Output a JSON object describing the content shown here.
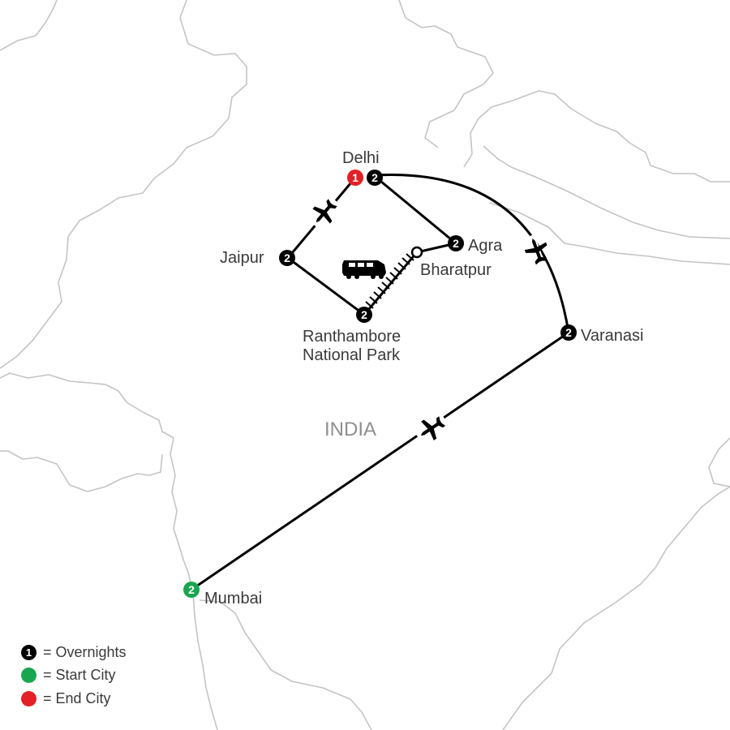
{
  "country_label": "INDIA",
  "cities": {
    "delhi": {
      "name": "Delhi",
      "overnights": "2",
      "end_marker": "1"
    },
    "agra": {
      "name": "Agra",
      "overnights": "2"
    },
    "bharatpur": {
      "name": "Bharatpur"
    },
    "jaipur": {
      "name": "Jaipur",
      "overnights": "2"
    },
    "ranthambore": {
      "name_line1": "Ranthambore",
      "name_line2": "National Park",
      "overnights": "2"
    },
    "varanasi": {
      "name": "Varanasi",
      "overnights": "2"
    },
    "mumbai": {
      "name": "Mumbai",
      "overnights": "2"
    }
  },
  "legend": {
    "overnights": {
      "marker": "1",
      "label": "= Overnights"
    },
    "start": {
      "label": "= Start City"
    },
    "end": {
      "label": "= End City"
    }
  },
  "colors": {
    "route": "#000000",
    "overnight_marker": "#000000",
    "start_city": "#1aa550",
    "end_city": "#e32027",
    "borders": "#c4c4c4",
    "country_label": "#8f8f8f"
  },
  "icons": [
    "airplane-icon",
    "train-icon"
  ]
}
